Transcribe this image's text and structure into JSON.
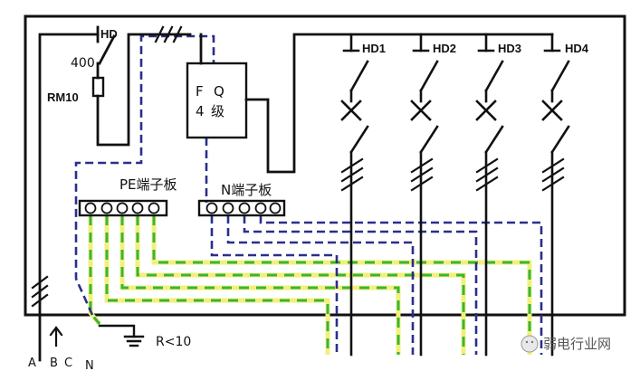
{
  "labels": {
    "hd": "HD",
    "current": "400",
    "rm10": "RM10",
    "fq_f": "F",
    "fq_q": "Q",
    "fq_4": "4",
    "fq_ji": "级",
    "hd1": "HD1",
    "hd2": "HD2",
    "hd3": "HD3",
    "hd4": "HD4",
    "pe_board": "PE端子板",
    "n_board": "N端子板",
    "resistance": "R<10",
    "phase_a": "A",
    "phase_b": "B",
    "phase_c": "C",
    "neutral": "N"
  },
  "watermark": "弱电行业网",
  "colors": {
    "wire_black": "#111111",
    "neutral_blue": "#2a2f8a",
    "pe_green": "#3bb43b",
    "pe_yellow": "#f2f07a"
  }
}
